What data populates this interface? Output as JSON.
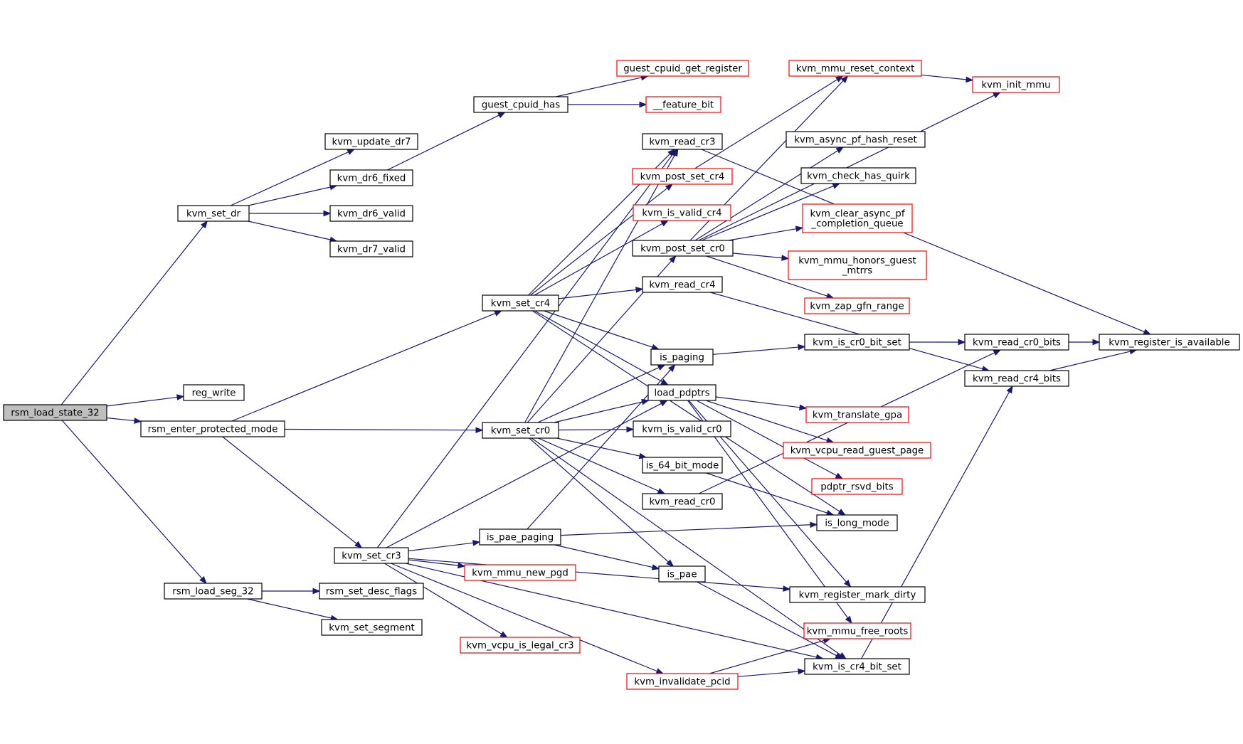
{
  "colors": {
    "edge": "#191970",
    "node_border": "#000000",
    "node_border_external": "#ff0000",
    "root_fill": "#bfbfbf",
    "node_fill": "#ffffff"
  },
  "nodes": [
    {
      "id": "n_rsm_load_state_32",
      "label": "rsm_load_state_32",
      "style": "root"
    },
    {
      "id": "n_kvm_set_dr",
      "label": "kvm_set_dr",
      "style": "normal"
    },
    {
      "id": "n_reg_write",
      "label": "reg_write",
      "style": "normal"
    },
    {
      "id": "n_rsm_enter_protected_mode",
      "label": "rsm_enter_protected_mode",
      "style": "normal"
    },
    {
      "id": "n_rsm_load_seg_32",
      "label": "rsm_load_seg_32",
      "style": "normal"
    },
    {
      "id": "n_kvm_update_dr7",
      "label": "kvm_update_dr7",
      "style": "normal"
    },
    {
      "id": "n_kvm_dr6_fixed",
      "label": "kvm_dr6_fixed",
      "style": "normal"
    },
    {
      "id": "n_kvm_dr6_valid",
      "label": "kvm_dr6_valid",
      "style": "normal"
    },
    {
      "id": "n_kvm_dr7_valid",
      "label": "kvm_dr7_valid",
      "style": "normal"
    },
    {
      "id": "n_kvm_set_cr3",
      "label": "kvm_set_cr3",
      "style": "normal"
    },
    {
      "id": "n_rsm_set_desc_flags",
      "label": "rsm_set_desc_flags",
      "style": "normal"
    },
    {
      "id": "n_kvm_set_segment",
      "label": "kvm_set_segment",
      "style": "normal"
    },
    {
      "id": "n_guest_cpuid_has",
      "label": "guest_cpuid_has",
      "style": "normal"
    },
    {
      "id": "n_kvm_set_cr4",
      "label": "kvm_set_cr4",
      "style": "normal"
    },
    {
      "id": "n_kvm_set_cr0",
      "label": "kvm_set_cr0",
      "style": "normal"
    },
    {
      "id": "n_is_pae_paging",
      "label": "is_pae_paging",
      "style": "normal"
    },
    {
      "id": "n_kvm_mmu_new_pgd",
      "label": "kvm_mmu_new_pgd",
      "style": "external"
    },
    {
      "id": "n_kvm_vcpu_is_legal_cr3",
      "label": "kvm_vcpu_is_legal_cr3",
      "style": "external"
    },
    {
      "id": "n_guest_cpuid_get_register",
      "label": "guest_cpuid_get_register",
      "style": "external"
    },
    {
      "id": "n___feature_bit",
      "label": "__feature_bit",
      "style": "external"
    },
    {
      "id": "n_kvm_read_cr3",
      "label": "kvm_read_cr3",
      "style": "normal"
    },
    {
      "id": "n_kvm_post_set_cr4",
      "label": "kvm_post_set_cr4",
      "style": "external"
    },
    {
      "id": "n_kvm_is_valid_cr4",
      "label": "kvm_is_valid_cr4",
      "style": "external"
    },
    {
      "id": "n_kvm_post_set_cr0",
      "label": "kvm_post_set_cr0",
      "style": "normal"
    },
    {
      "id": "n_kvm_read_cr4",
      "label": "kvm_read_cr4",
      "style": "normal"
    },
    {
      "id": "n_is_paging",
      "label": "is_paging",
      "style": "normal"
    },
    {
      "id": "n_load_pdptrs",
      "label": "load_pdptrs",
      "style": "normal"
    },
    {
      "id": "n_kvm_is_valid_cr0",
      "label": "kvm_is_valid_cr0",
      "style": "normal"
    },
    {
      "id": "n_is_64_bit_mode",
      "label": "is_64_bit_mode",
      "style": "normal"
    },
    {
      "id": "n_kvm_read_cr0",
      "label": "kvm_read_cr0",
      "style": "normal"
    },
    {
      "id": "n_is_pae",
      "label": "is_pae",
      "style": "normal"
    },
    {
      "id": "n_kvm_invalidate_pcid",
      "label": "kvm_invalidate_pcid",
      "style": "external"
    },
    {
      "id": "n_kvm_mmu_reset_context",
      "label": "kvm_mmu_reset_context",
      "style": "external"
    },
    {
      "id": "n_kvm_async_pf_hash_reset",
      "label": "kvm_async_pf_hash_reset",
      "style": "normal"
    },
    {
      "id": "n_kvm_check_has_quirk",
      "label": "kvm_check_has_quirk",
      "style": "normal"
    },
    {
      "id": "n_kvm_clear_async_pf_completion_queue",
      "label": "kvm_clear_async_pf\n_completion_queue",
      "style": "external"
    },
    {
      "id": "n_kvm_mmu_honors_guest_mtrrs",
      "label": "kvm_mmu_honors_guest\n_mtrrs",
      "style": "external"
    },
    {
      "id": "n_kvm_zap_gfn_range",
      "label": "kvm_zap_gfn_range",
      "style": "external"
    },
    {
      "id": "n_kvm_is_cr0_bit_set",
      "label": "kvm_is_cr0_bit_set",
      "style": "normal"
    },
    {
      "id": "n_kvm_translate_gpa",
      "label": "kvm_translate_gpa",
      "style": "external"
    },
    {
      "id": "n_kvm_vcpu_read_guest_page",
      "label": "kvm_vcpu_read_guest_page",
      "style": "external"
    },
    {
      "id": "n_pdptr_rsvd_bits",
      "label": "pdptr_rsvd_bits",
      "style": "external"
    },
    {
      "id": "n_is_long_mode",
      "label": "is_long_mode",
      "style": "normal"
    },
    {
      "id": "n_kvm_register_mark_dirty",
      "label": "kvm_register_mark_dirty",
      "style": "normal"
    },
    {
      "id": "n_kvm_mmu_free_roots",
      "label": "kvm_mmu_free_roots",
      "style": "external"
    },
    {
      "id": "n_kvm_is_cr4_bit_set",
      "label": "kvm_is_cr4_bit_set",
      "style": "normal"
    },
    {
      "id": "n_kvm_init_mmu",
      "label": "kvm_init_mmu",
      "style": "external"
    },
    {
      "id": "n_kvm_read_cr0_bits",
      "label": "kvm_read_cr0_bits",
      "style": "normal"
    },
    {
      "id": "n_kvm_read_cr4_bits",
      "label": "kvm_read_cr4_bits",
      "style": "normal"
    },
    {
      "id": "n_kvm_register_is_available",
      "label": "kvm_register_is_available",
      "style": "normal"
    }
  ],
  "edges": [
    [
      "n_rsm_load_state_32",
      "n_kvm_set_dr"
    ],
    [
      "n_rsm_load_state_32",
      "n_reg_write"
    ],
    [
      "n_rsm_load_state_32",
      "n_rsm_enter_protected_mode"
    ],
    [
      "n_rsm_load_state_32",
      "n_rsm_load_seg_32"
    ],
    [
      "n_kvm_set_dr",
      "n_kvm_update_dr7"
    ],
    [
      "n_kvm_set_dr",
      "n_kvm_dr6_fixed"
    ],
    [
      "n_kvm_set_dr",
      "n_kvm_dr6_valid"
    ],
    [
      "n_kvm_set_dr",
      "n_kvm_dr7_valid"
    ],
    [
      "n_kvm_dr6_fixed",
      "n_guest_cpuid_has"
    ],
    [
      "n_guest_cpuid_has",
      "n_guest_cpuid_get_register"
    ],
    [
      "n_guest_cpuid_has",
      "n___feature_bit"
    ],
    [
      "n_rsm_enter_protected_mode",
      "n_kvm_set_cr4"
    ],
    [
      "n_rsm_enter_protected_mode",
      "n_kvm_set_cr0"
    ],
    [
      "n_rsm_enter_protected_mode",
      "n_kvm_set_cr3"
    ],
    [
      "n_rsm_load_seg_32",
      "n_rsm_set_desc_flags"
    ],
    [
      "n_rsm_load_seg_32",
      "n_kvm_set_segment"
    ],
    [
      "n_kvm_set_cr3",
      "n_kvm_read_cr3"
    ],
    [
      "n_kvm_set_cr3",
      "n_is_pae_paging"
    ],
    [
      "n_kvm_set_cr3",
      "n_kvm_mmu_new_pgd"
    ],
    [
      "n_kvm_set_cr3",
      "n_kvm_vcpu_is_legal_cr3"
    ],
    [
      "n_kvm_set_cr3",
      "n_load_pdptrs"
    ],
    [
      "n_kvm_set_cr3",
      "n_kvm_register_mark_dirty"
    ],
    [
      "n_kvm_set_cr3",
      "n_kvm_invalidate_pcid"
    ],
    [
      "n_kvm_set_cr3",
      "n_kvm_is_cr4_bit_set"
    ],
    [
      "n_kvm_set_cr4",
      "n_kvm_read_cr3"
    ],
    [
      "n_kvm_set_cr4",
      "n_kvm_post_set_cr4"
    ],
    [
      "n_kvm_set_cr4",
      "n_kvm_is_valid_cr4"
    ],
    [
      "n_kvm_set_cr4",
      "n_kvm_read_cr4"
    ],
    [
      "n_kvm_set_cr4",
      "n_is_paging"
    ],
    [
      "n_kvm_set_cr4",
      "n_load_pdptrs"
    ],
    [
      "n_kvm_set_cr4",
      "n_is_long_mode"
    ],
    [
      "n_kvm_set_cr0",
      "n_kvm_read_cr3"
    ],
    [
      "n_kvm_set_cr0",
      "n_kvm_post_set_cr0"
    ],
    [
      "n_kvm_set_cr0",
      "n_is_paging"
    ],
    [
      "n_kvm_set_cr0",
      "n_load_pdptrs"
    ],
    [
      "n_kvm_set_cr0",
      "n_kvm_is_valid_cr0"
    ],
    [
      "n_kvm_set_cr0",
      "n_is_64_bit_mode"
    ],
    [
      "n_kvm_set_cr0",
      "n_kvm_read_cr0"
    ],
    [
      "n_kvm_set_cr0",
      "n_is_pae"
    ],
    [
      "n_kvm_set_cr0",
      "n_kvm_is_cr4_bit_set"
    ],
    [
      "n_is_pae_paging",
      "n_is_paging"
    ],
    [
      "n_is_pae_paging",
      "n_is_pae"
    ],
    [
      "n_is_pae_paging",
      "n_is_long_mode"
    ],
    [
      "n_kvm_read_cr3",
      "n_kvm_register_is_available"
    ],
    [
      "n_kvm_post_set_cr4",
      "n_kvm_mmu_reset_context"
    ],
    [
      "n_kvm_post_set_cr0",
      "n_kvm_mmu_reset_context"
    ],
    [
      "n_kvm_post_set_cr0",
      "n_kvm_init_mmu"
    ],
    [
      "n_kvm_post_set_cr0",
      "n_kvm_async_pf_hash_reset"
    ],
    [
      "n_kvm_post_set_cr0",
      "n_kvm_check_has_quirk"
    ],
    [
      "n_kvm_post_set_cr0",
      "n_kvm_clear_async_pf_completion_queue"
    ],
    [
      "n_kvm_post_set_cr0",
      "n_kvm_mmu_honors_guest_mtrrs"
    ],
    [
      "n_kvm_post_set_cr0",
      "n_kvm_zap_gfn_range"
    ],
    [
      "n_kvm_mmu_reset_context",
      "n_kvm_init_mmu"
    ],
    [
      "n_kvm_read_cr4",
      "n_kvm_read_cr4_bits"
    ],
    [
      "n_is_paging",
      "n_kvm_is_cr0_bit_set"
    ],
    [
      "n_kvm_is_cr0_bit_set",
      "n_kvm_read_cr0_bits"
    ],
    [
      "n_kvm_read_cr0_bits",
      "n_kvm_register_is_available"
    ],
    [
      "n_kvm_read_cr4_bits",
      "n_kvm_register_is_available"
    ],
    [
      "n_load_pdptrs",
      "n_kvm_translate_gpa"
    ],
    [
      "n_load_pdptrs",
      "n_kvm_vcpu_read_guest_page"
    ],
    [
      "n_load_pdptrs",
      "n_pdptr_rsvd_bits"
    ],
    [
      "n_load_pdptrs",
      "n_kvm_register_mark_dirty"
    ],
    [
      "n_load_pdptrs",
      "n_kvm_mmu_free_roots"
    ],
    [
      "n_is_64_bit_mode",
      "n_is_long_mode"
    ],
    [
      "n_kvm_read_cr0",
      "n_kvm_read_cr0_bits"
    ],
    [
      "n_is_pae",
      "n_kvm_is_cr4_bit_set"
    ],
    [
      "n_kvm_invalidate_pcid",
      "n_kvm_mmu_free_roots"
    ],
    [
      "n_kvm_invalidate_pcid",
      "n_kvm_is_cr4_bit_set"
    ],
    [
      "n_kvm_is_cr4_bit_set",
      "n_kvm_read_cr4_bits"
    ]
  ]
}
